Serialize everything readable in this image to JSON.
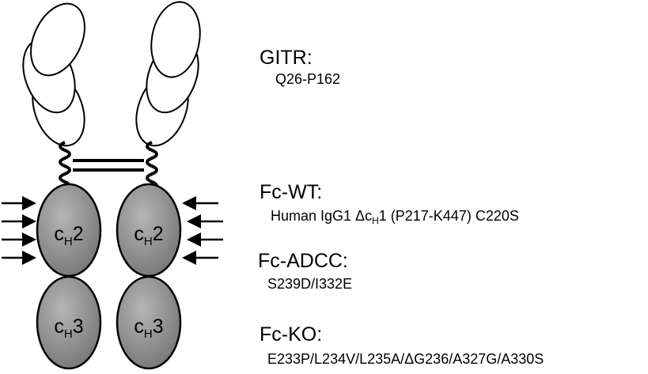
{
  "diagram": {
    "domain_labels": {
      "ch2": {
        "main": "c",
        "sub": "H",
        "num": "2"
      },
      "ch3": {
        "main": "c",
        "sub": "H",
        "num": "3"
      }
    },
    "colors": {
      "domain_fill": "#8a8a8a",
      "stroke": "#000000",
      "background": "#ffffff"
    },
    "icons": [
      "arrow-right-icon",
      "arrow-left-icon"
    ]
  },
  "legend": {
    "gitr": {
      "heading": "GITR:",
      "detail": "Q26-P162"
    },
    "fc_wt": {
      "heading": "Fc-WT:",
      "detail_before": "Human IgG1 Δc",
      "detail_sub": "H",
      "detail_after": "1 (P217-K447) C220S"
    },
    "fc_adcc": {
      "heading": "Fc-ADCC:",
      "detail": "S239D/I332E"
    },
    "fc_ko": {
      "heading": "Fc-KO:",
      "detail": "E233P/L234V/L235A/ΔG236/A327G/A330S"
    }
  }
}
